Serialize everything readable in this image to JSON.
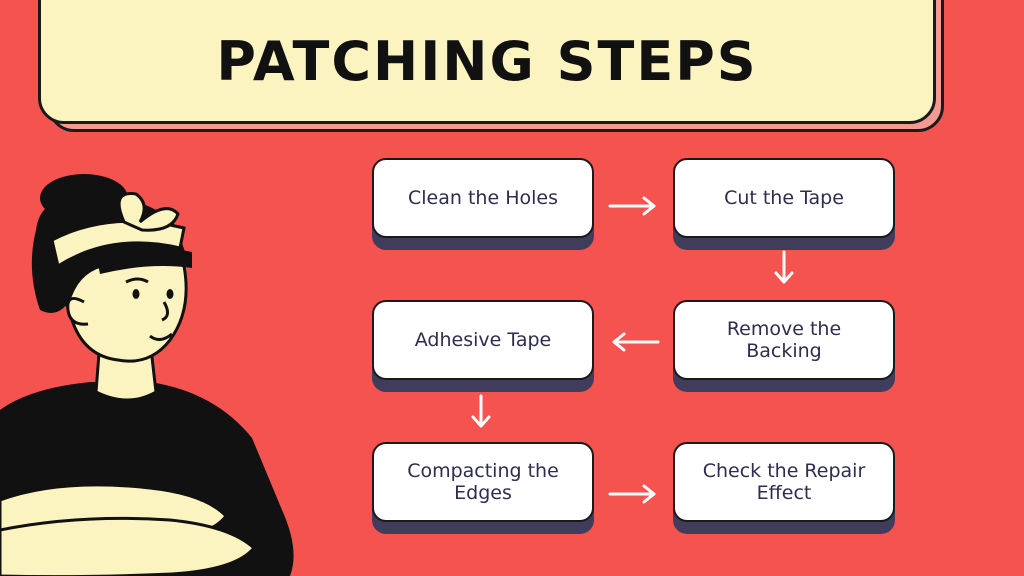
{
  "title": "PATCHING STEPS",
  "colors": {
    "background": "#f4534f",
    "title_fill": "#fbf4c1",
    "title_shadow": "#f49a92",
    "box_fill": "#ffffff",
    "box_shadow": "#403c5c",
    "arrow": "#ffffff",
    "skin": "#fbf4c1",
    "outline": "#111111"
  },
  "steps": [
    {
      "label": "Clean the Holes"
    },
    {
      "label": "Cut the Tape"
    },
    {
      "label": "Remove the Backing"
    },
    {
      "label": "Adhesive Tape"
    },
    {
      "label": "Compacting the Edges"
    },
    {
      "label": "Check the Repair Effect"
    }
  ]
}
